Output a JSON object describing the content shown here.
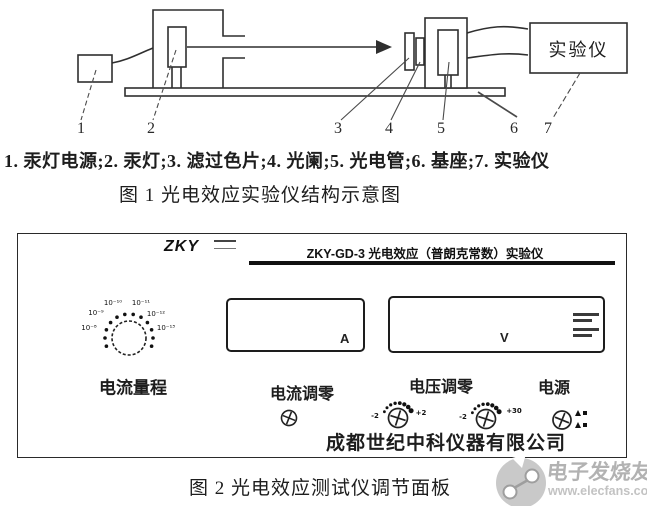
{
  "figure1": {
    "instrument_label": "实验仪",
    "parts": [
      "1",
      "2",
      "3",
      "4",
      "5",
      "6",
      "7"
    ],
    "legend": "1. 汞灯电源;2. 汞灯;3. 滤过色片;4. 光阑;5. 光电管;6. 基座;7. 实验仪",
    "caption": "图 1 光电效应实验仪结构示意图"
  },
  "figure2": {
    "logo": "ZKY",
    "title": "ZKY-GD-3 光电效应（普朗克常数）实验仪",
    "current_range": {
      "label": "电流量程",
      "scale": [
        "10⁻⁸",
        "10⁻⁹",
        "10⁻¹⁰",
        "10⁻¹¹",
        "10⁻¹²",
        "10⁻¹³"
      ]
    },
    "ammeter_unit": "A",
    "voltmeter_unit": "V",
    "current_zero_label": "电流调零",
    "voltage_zero_label": "电压调零",
    "knob1_min": "-2",
    "knob1_max": "+2",
    "knob2_min": "-2",
    "knob2_max": "+30",
    "power_label": "电源",
    "company": "成都世纪中科仪器有限公司",
    "caption": "图 2 光电效应测试仪调节面板"
  },
  "watermark": {
    "title": "电子发烧友",
    "url": "www.elecfans.com"
  },
  "colors": {
    "ink": "#222222",
    "watermark": "#b2b2b2"
  }
}
